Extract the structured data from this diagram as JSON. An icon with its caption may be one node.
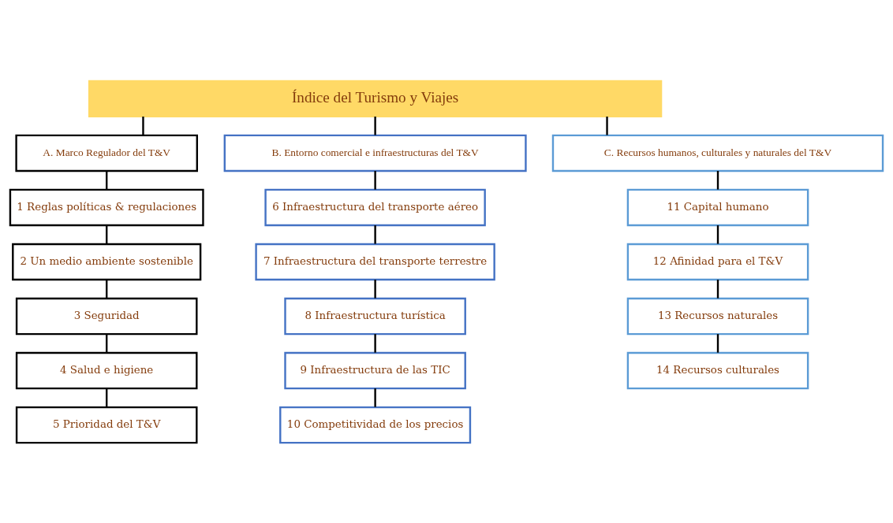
{
  "diagram": {
    "nodes": [
      {
        "text": [
          "Índice del Turismo y Viajes"
        ]
      },
      {
        "text": [
          "A. Marco Regulador del T&V"
        ]
      },
      {
        "text": [
          "B. Entorno comercial e infraestructuras del T&V"
        ]
      },
      {
        "text": [
          "C. Recursos humanos, culturales y naturales del T&V"
        ]
      },
      {
        "text": [
          "1 Reglas políticas & regulaciones"
        ]
      },
      {
        "text": [
          "2 Un medio ambiente sostenible"
        ]
      },
      {
        "text": [
          "3 Seguridad"
        ]
      },
      {
        "text": [
          "4 Salud e higiene"
        ]
      },
      {
        "text": [
          "5 Prioridad del T&V"
        ]
      },
      {
        "text": [
          "6 Infraestructura del transporte aéreo"
        ]
      },
      {
        "text": [
          "7 Infraestructura del transporte terrestre"
        ]
      },
      {
        "text": [
          "8 Infraestructura turística"
        ]
      },
      {
        "text": [
          "9 Infraestructura de las TIC"
        ]
      },
      {
        "text": [
          "10 Competitividad de los precios"
        ]
      },
      {
        "text": [
          "11 Capital humano"
        ]
      },
      {
        "text": [
          "12 Afinidad para el T&V"
        ]
      },
      {
        "text": [
          "13 Recursos naturales"
        ]
      },
      {
        "text": [
          "14 Recursos culturales"
        ]
      }
    ],
    "edges": [
      {
        "from": 0,
        "to": 1,
        "arrow": "none"
      },
      {
        "from": 0,
        "to": 2,
        "arrow": "none"
      },
      {
        "from": 0,
        "to": 3,
        "arrow": "none"
      },
      {
        "from": 1,
        "to": 4,
        "arrow": "none"
      },
      {
        "from": 4,
        "to": 5,
        "arrow": "none"
      },
      {
        "from": 5,
        "to": 6,
        "arrow": "none"
      },
      {
        "from": 6,
        "to": 7,
        "arrow": "none"
      },
      {
        "from": 7,
        "to": 8,
        "arrow": "none"
      },
      {
        "from": 2,
        "to": 9,
        "arrow": "none"
      },
      {
        "from": 9,
        "to": 10,
        "arrow": "none"
      },
      {
        "from": 10,
        "to": 11,
        "arrow": "none"
      },
      {
        "from": 11,
        "to": 12,
        "arrow": "none"
      },
      {
        "from": 12,
        "to": 13,
        "arrow": "none"
      },
      {
        "from": 3,
        "to": 14,
        "arrow": "none"
      },
      {
        "from": 14,
        "to": 15,
        "arrow": "none"
      },
      {
        "from": 15,
        "to": 16,
        "arrow": "none"
      },
      {
        "from": 16,
        "to": 17,
        "arrow": "none"
      }
    ]
  }
}
